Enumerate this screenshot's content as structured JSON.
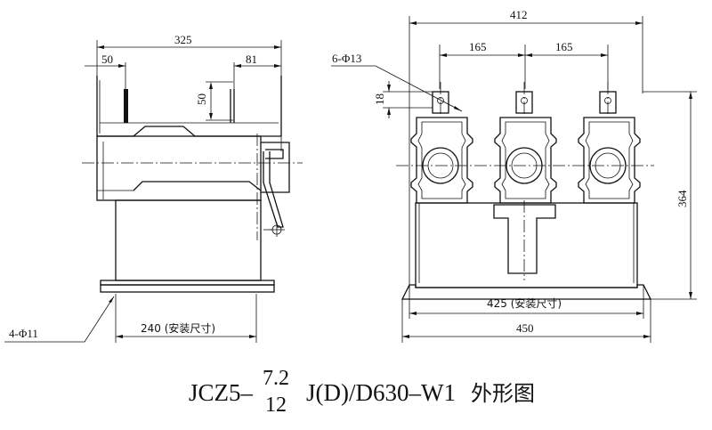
{
  "dimensions": {
    "side_width": "325",
    "side_left_offset": "50",
    "side_right_offset": "81",
    "side_height_mark": "50",
    "side_holes": "4-Φ11",
    "side_mount": "240 (安装尺寸)",
    "front_width": "412",
    "front_pitch_1": "165",
    "front_pitch_2": "165",
    "front_holes": "6-Φ13",
    "front_hole_offset": "18",
    "front_height": "364",
    "front_mount": "425 (安装尺寸)",
    "front_base": "450"
  },
  "caption": {
    "prefix": "JCZ5–",
    "num_top": "7.2",
    "num_bottom": "12",
    "suffix": "J(D)/D630–W1",
    "title_cn": "外形图"
  }
}
